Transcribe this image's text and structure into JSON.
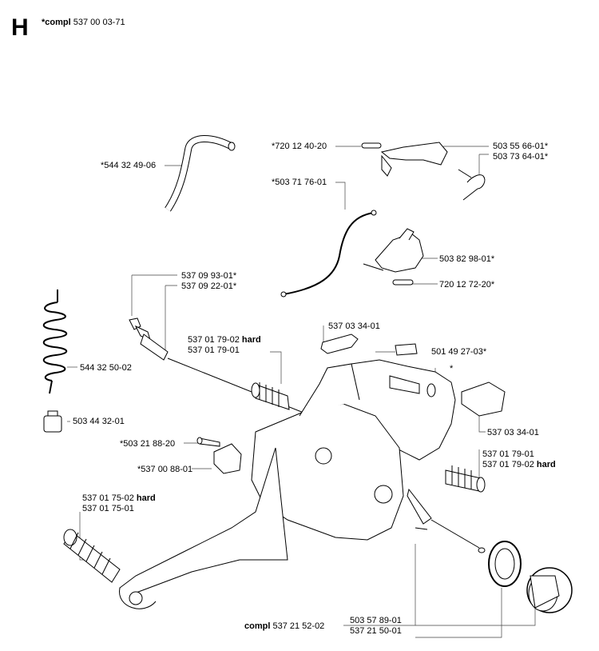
{
  "section_letter": "H",
  "header": {
    "prefix": "*compl",
    "number": "537 00 03-71"
  },
  "labels": {
    "hose": "*544 32 49-06",
    "pin_left": "*720 12 40-20",
    "lever_a": "503 55 66-01*",
    "lever_b": "503 73 64-01*",
    "cable": "*503 71 76-01",
    "trigger": "503 82 98-01*",
    "pin_right": "720 12 72-20*",
    "valve_a": "537 09 93-01*",
    "valve_b": "537 09 22-01*",
    "spring": "544 32 50-02",
    "filter": "503 44 32-01",
    "av_top_hard_num": "537 01 79-02",
    "av_top_hard_word": "hard",
    "av_top": "537 01 79-01",
    "grip_top": "537 03 34-01",
    "clip": "501 49 27-03*",
    "star": "*",
    "grip_right": "537 03 34-01",
    "bolt": "*503 21 88-20",
    "bracket": "*537 00 88-01",
    "av_right": "537 01 79-01",
    "av_right_hard_num": "537 01 79-02",
    "av_right_hard_word": "hard",
    "av_left_hard_num": "537 01 75-02",
    "av_left_hard_word": "hard",
    "av_left": "537 01 75-01",
    "tank_prefix": "compl",
    "tank_num": "537 21 52-02",
    "seal_a": "503 57 89-01",
    "seal_b": "537 21 50-01"
  }
}
